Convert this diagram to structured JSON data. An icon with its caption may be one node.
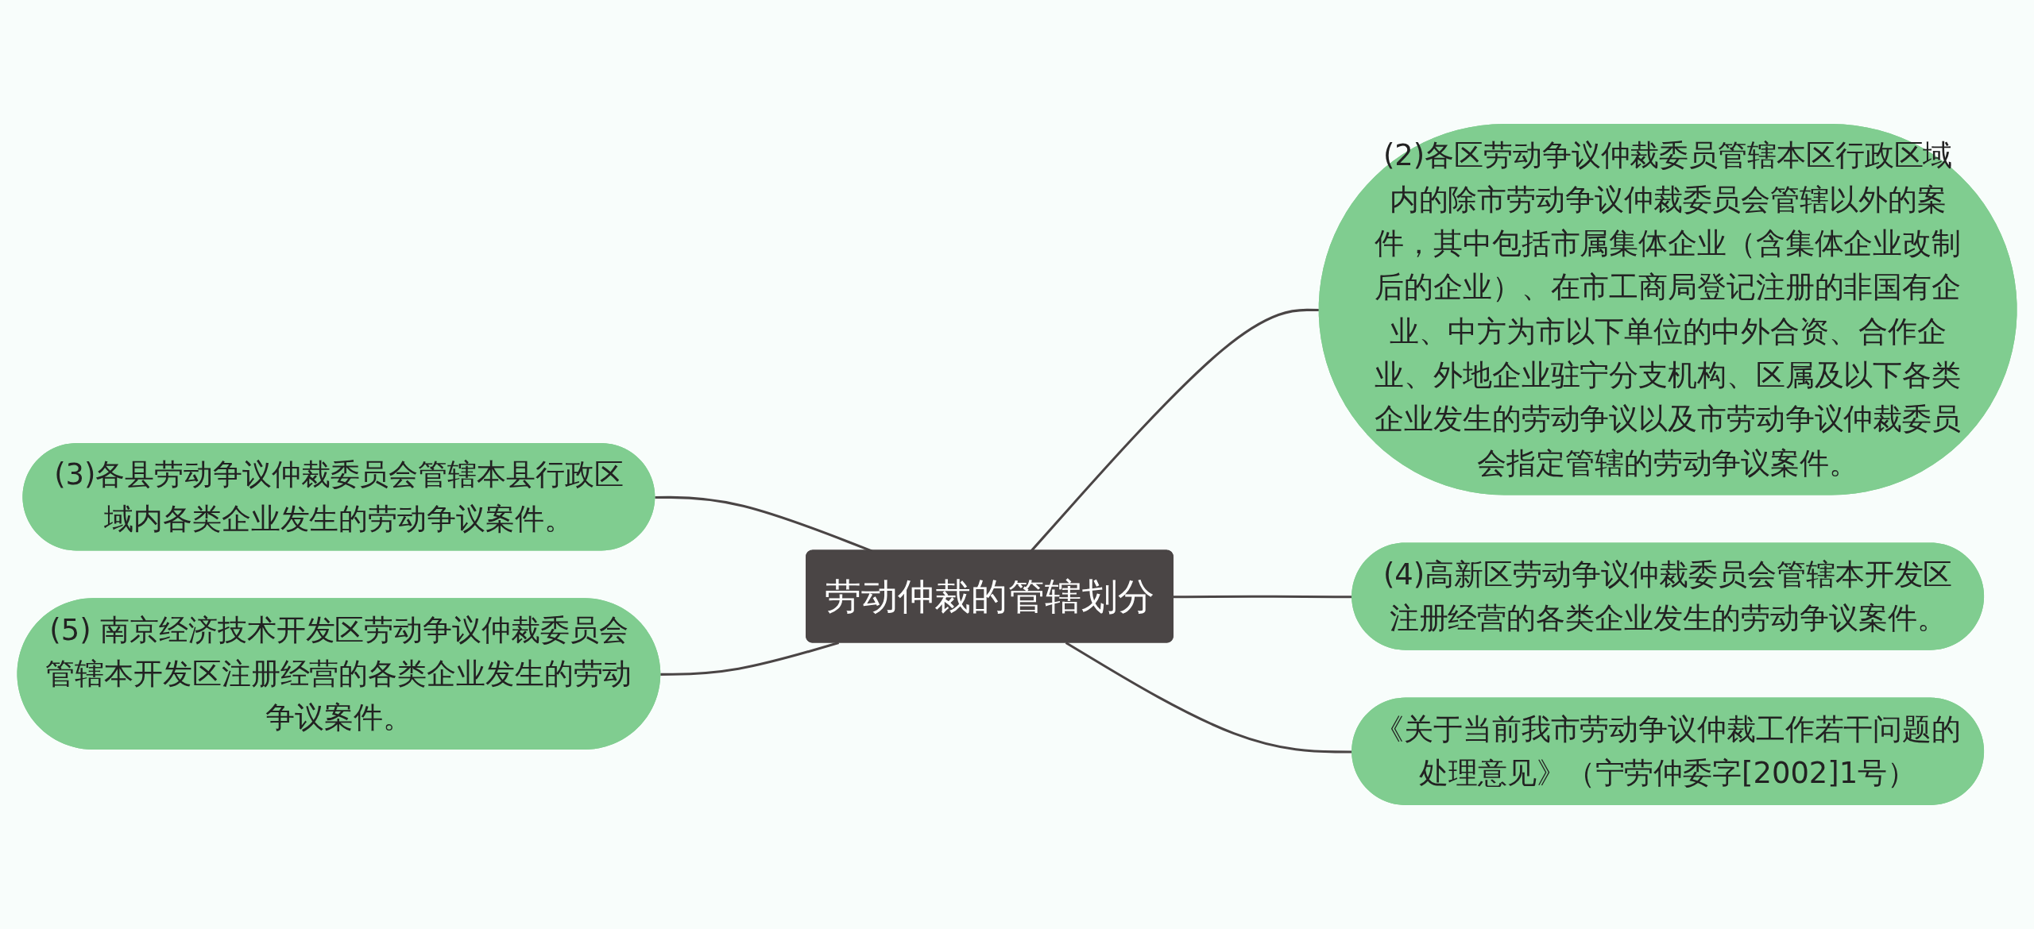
{
  "diagram": {
    "nodes": [
      {
        "text": [
          "劳动仲裁的管辖划分"
        ]
      },
      {
        "text": [
          "(2)各区劳动争议仲裁委员管辖本区行政区域内的除市劳动争议仲裁委员会管辖以外的案件，其中包括市属集体企业（含集体企业改制后的企业）、在市工商局登记注册的非国有企业、中方为市以下单位的中外合资、合作企业、外地企业驻宁分支机构、区属及以下各类企业发生的劳动争议以及市劳动争议仲裁委员会指定管辖的劳动争议案件。"
        ]
      },
      {
        "text": [
          "(3)各县劳动争议仲裁委员会管辖本县行政区域内各类企业发生的劳动争议案件。"
        ]
      },
      {
        "text": [
          "(5) 南京经济技术开发区劳动争议仲裁委员会管辖本开发区注册经营的各类企业发生的劳动争议案件。"
        ]
      },
      {
        "text": [
          "(4)高新区劳动争议仲裁委员会管辖本开发区注册经营的各类企业发生的劳动争议案件。"
        ]
      },
      {
        "text": [
          "《关于当前我市劳动争议仲裁工作若干问题的处理意见》（宁劳仲委字[2002]1号）"
        ]
      }
    ],
    "edges": [
      {
        "from": 0,
        "to": 1,
        "arrow": "none"
      },
      {
        "from": 0,
        "to": 2,
        "arrow": "none"
      },
      {
        "from": 0,
        "to": 3,
        "arrow": "none"
      },
      {
        "from": 0,
        "to": 4,
        "arrow": "none"
      },
      {
        "from": 0,
        "to": 5,
        "arrow": "none"
      }
    ]
  }
}
